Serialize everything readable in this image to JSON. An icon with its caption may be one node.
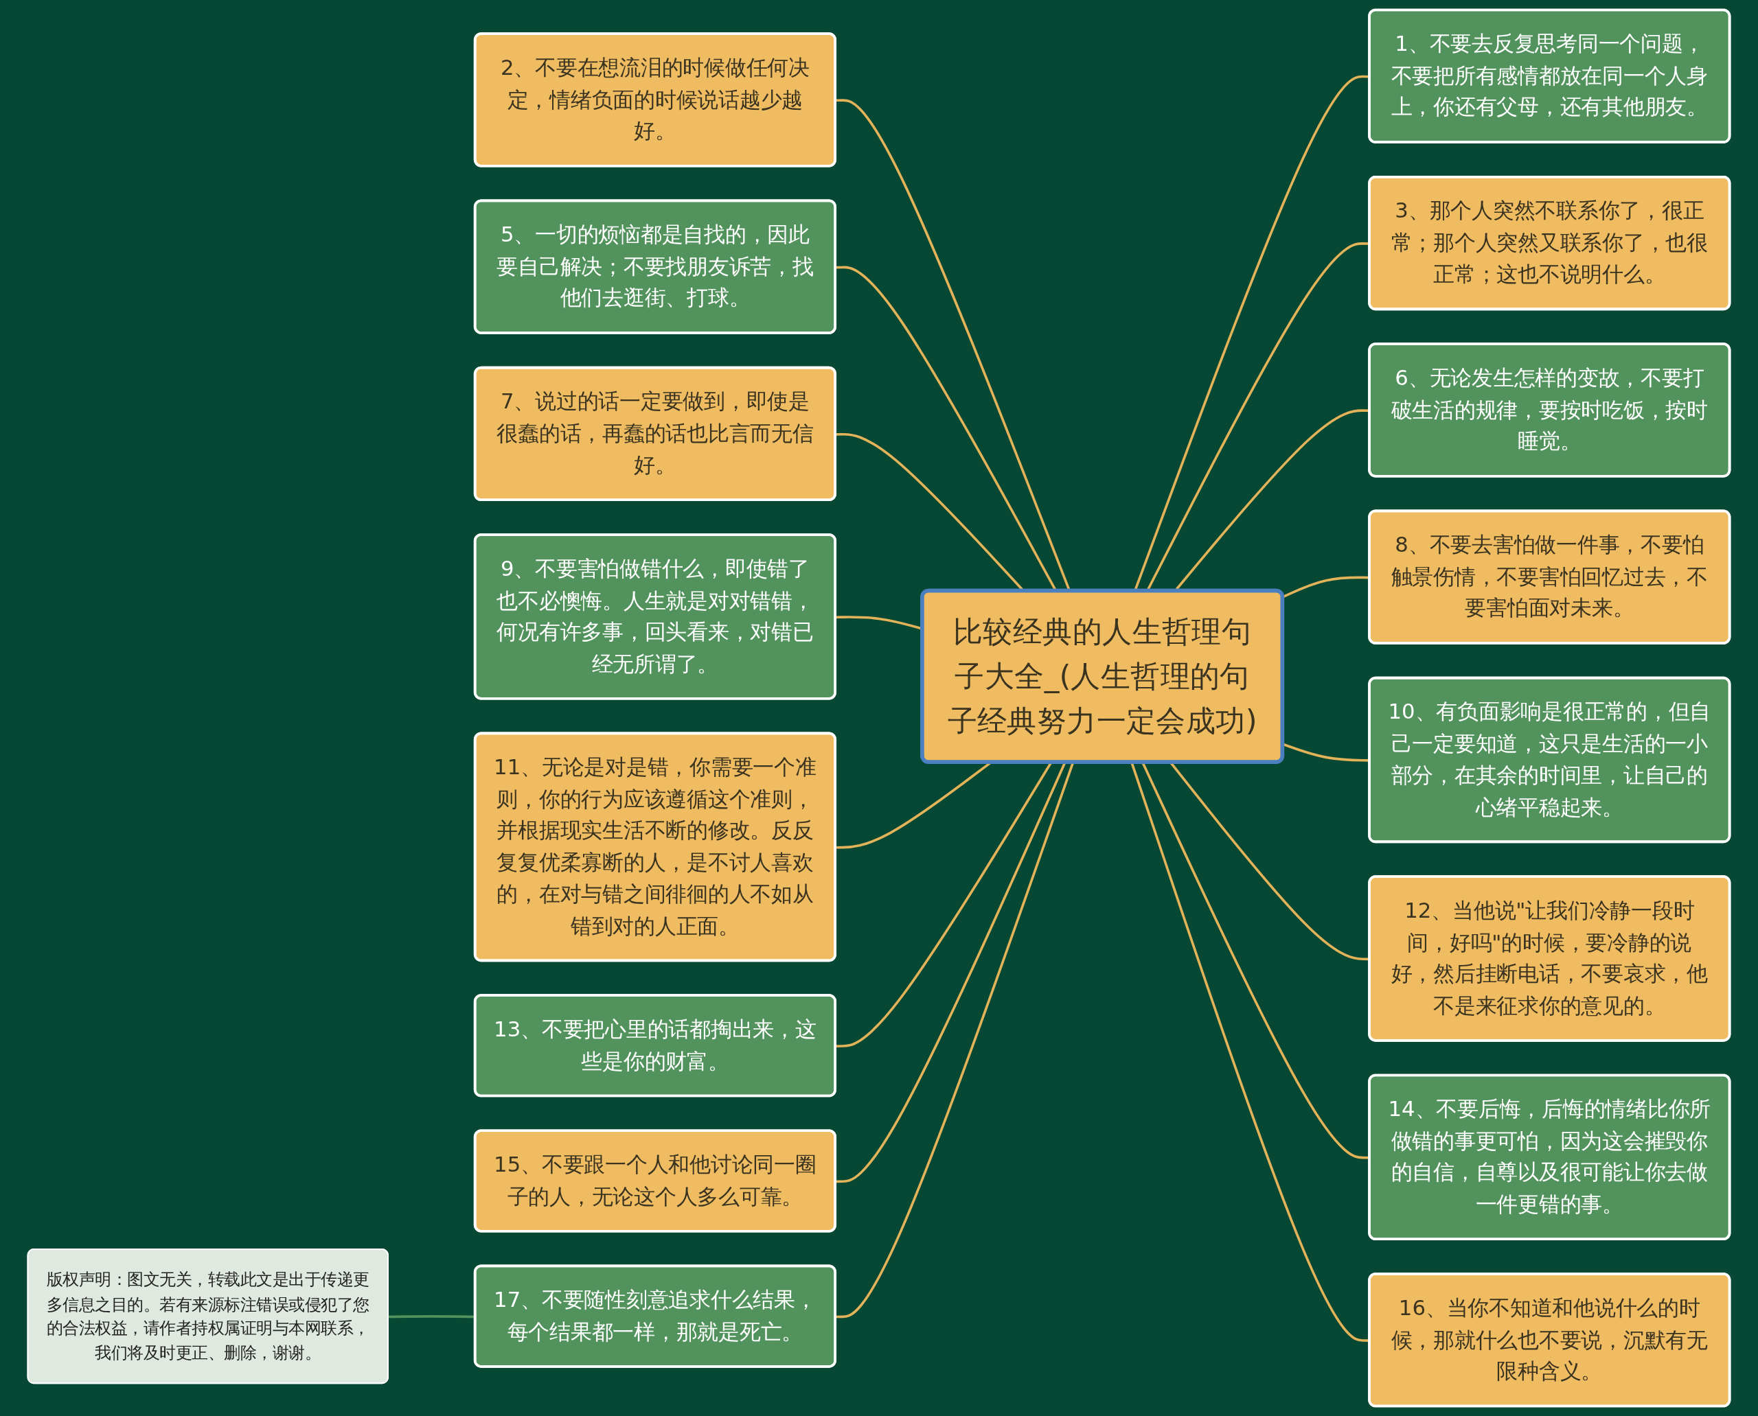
{
  "diagram": {
    "nodes": [
      {
        "text": [
          "比较经典的人生哲理句子大全_(人生哲理的句子经典努力一定会成功)"
        ]
      },
      {
        "text": [
          "2、不要在想流泪的时候做任何决定，情绪负面的时候说话越少越好。"
        ]
      },
      {
        "text": [
          "5、一切的烦恼都是自找的，因此要自己解决；不要找朋友诉苦，找他们去逛街、打球。"
        ]
      },
      {
        "text": [
          "7、说过的话一定要做到，即使是很蠢的话，再蠢的话也比言而无信好。"
        ]
      },
      {
        "text": [
          "9、不要害怕做错什么，即使错了也不必懊悔。人生就是对对错错，何况有许多事，回头看来，对错已经无所谓了。"
        ]
      },
      {
        "text": [
          "11、无论是对是错，你需要一个准则，你的行为应该遵循这个准则，并根据现实生活不断的修改。反反复复优柔寡断的人，是不讨人喜欢的，在对与错之间徘徊的人不如从错到对的人正面。"
        ]
      },
      {
        "text": [
          "13、不要把心里的话都掏出来，这些是你的财富。"
        ]
      },
      {
        "text": [
          "15、不要跟一个人和他讨论同一圈子的人，无论这个人多么可靠。"
        ]
      },
      {
        "text": [
          "17、不要随性刻意追求什么结果，每个结果都一样，那就是死亡。"
        ]
      },
      {
        "text": [
          "1、不要去反复思考同一个问题，不要把所有感情都放在同一个人身上，你还有父母，还有其他朋友。"
        ]
      },
      {
        "text": [
          "3、那个人突然不联系你了，很正常；那个人突然又联系你了，也很正常；这也不说明什么。"
        ]
      },
      {
        "text": [
          "6、无论发生怎样的变故，不要打破生活的规律，要按时吃饭，按时睡觉。"
        ]
      },
      {
        "text": [
          "8、不要去害怕做一件事，不要怕触景伤情，不要害怕回忆过去，不要害怕面对未来。"
        ]
      },
      {
        "text": [
          "10、有负面影响是很正常的，但自己一定要知道，这只是生活的一小部分，在其余的时间里，让自己的心绪平稳起来。"
        ]
      },
      {
        "text": [
          "12、当他说\"让我们冷静一段时间，好吗\"的时候，要冷静的说好，然后挂断电话，不要哀求，他不是来征求你的意见的。"
        ]
      },
      {
        "text": [
          "14、不要后悔，后悔的情绪比你所做错的事更可怕，因为这会摧毁你的自信，自尊以及很可能让你去做一件更错的事。"
        ]
      },
      {
        "text": [
          "16、当你不知道和他说什么的时候，那就什么也不要说，沉默有无限种含义。"
        ]
      },
      {
        "text": [
          "版权声明：图文无关，转载此文是出于传递更多信息之目的。若有来源标注错误或侵犯了您的合法权益，请作者持权属证明与本网联系，我们将及时更正、删除，谢谢。"
        ]
      }
    ],
    "edges": [
      {
        "from": 1,
        "to": 0,
        "arrow": "none"
      },
      {
        "from": 2,
        "to": 0,
        "arrow": "none"
      },
      {
        "from": 3,
        "to": 0,
        "arrow": "none"
      },
      {
        "from": 4,
        "to": 0,
        "arrow": "none"
      },
      {
        "from": 5,
        "to": 0,
        "arrow": "none"
      },
      {
        "from": 6,
        "to": 0,
        "arrow": "none"
      },
      {
        "from": 7,
        "to": 0,
        "arrow": "none"
      },
      {
        "from": 8,
        "to": 0,
        "arrow": "none"
      },
      {
        "from": 0,
        "to": 9,
        "arrow": "none"
      },
      {
        "from": 0,
        "to": 10,
        "arrow": "none"
      },
      {
        "from": 0,
        "to": 11,
        "arrow": "none"
      },
      {
        "from": 0,
        "to": 12,
        "arrow": "none"
      },
      {
        "from": 0,
        "to": 13,
        "arrow": "none"
      },
      {
        "from": 0,
        "to": 14,
        "arrow": "none"
      },
      {
        "from": 0,
        "to": 15,
        "arrow": "none"
      },
      {
        "from": 0,
        "to": 16,
        "arrow": "none"
      },
      {
        "from": 17,
        "to": 8,
        "arrow": "none",
        "color": "#52925c"
      }
    ]
  }
}
